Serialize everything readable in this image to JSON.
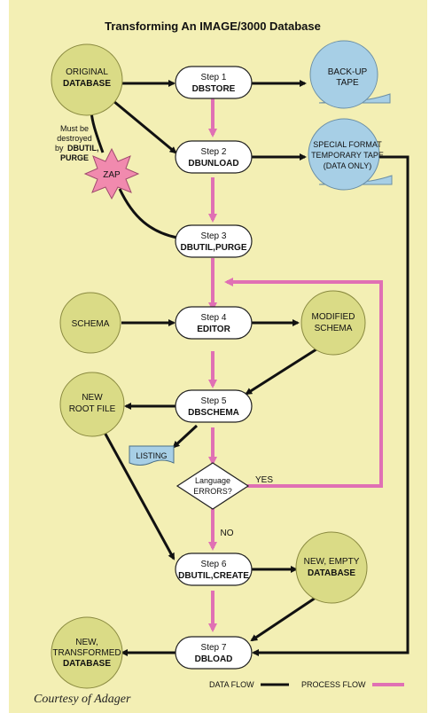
{
  "title": "Transforming An IMAGE/3000 Database",
  "nodes": {
    "original_db": {
      "line1": "ORIGINAL",
      "line2": "DATABASE"
    },
    "step1": {
      "line1": "Step 1",
      "line2": "DBSTORE"
    },
    "backup_tape": {
      "line1": "BACK-UP",
      "line2": "TAPE"
    },
    "destroy_note": {
      "line1": "Must be",
      "line2": "destroyed",
      "line3": "by",
      "line3b": "DBUTIL,",
      "line4": "PURGE"
    },
    "step2": {
      "line1": "Step 2",
      "line2": "DBUNLOAD"
    },
    "temp_tape": {
      "line1": "SPECIAL FORMAT",
      "line2": "TEMPORARY TAPE",
      "line3": "(DATA ONLY)"
    },
    "zap": {
      "label": "ZAP"
    },
    "step3": {
      "line1": "Step 3",
      "line2": "DBUTIL,PURGE"
    },
    "schema": {
      "label": "SCHEMA"
    },
    "step4": {
      "line1": "Step 4",
      "line2": "EDITOR"
    },
    "modified_schema": {
      "line1": "MODIFIED",
      "line2": "SCHEMA"
    },
    "new_root": {
      "line1": "NEW",
      "line2": "ROOT FILE"
    },
    "step5": {
      "line1": "Step 5",
      "line2": "DBSCHEMA"
    },
    "listing": {
      "label": "LISTING"
    },
    "decision": {
      "line1": "Language",
      "line2": "ERRORS?",
      "yes": "YES",
      "no": "NO"
    },
    "step6": {
      "line1": "Step 6",
      "line2": "DBUTIL,CREATE"
    },
    "new_empty_db": {
      "line1": "NEW, EMPTY",
      "line2": "DATABASE"
    },
    "new_transformed_db": {
      "line1": "NEW,",
      "line2": "TRANSFORMED",
      "line3": "DATABASE"
    },
    "step7": {
      "line1": "Step 7",
      "line2": "DBLOAD"
    }
  },
  "legend": {
    "data_flow": "DATA FLOW",
    "process_flow": "PROCESS FLOW"
  },
  "credit": "Courtesy of Adager",
  "colors": {
    "background": "#f3efb4",
    "data_flow": "#111111",
    "process_flow": "#e070b4",
    "circle_fill": "#dadb86",
    "tape_fill": "#a7cfe6",
    "zap_fill": "#f18aae",
    "step_fill": "#ffffff"
  }
}
